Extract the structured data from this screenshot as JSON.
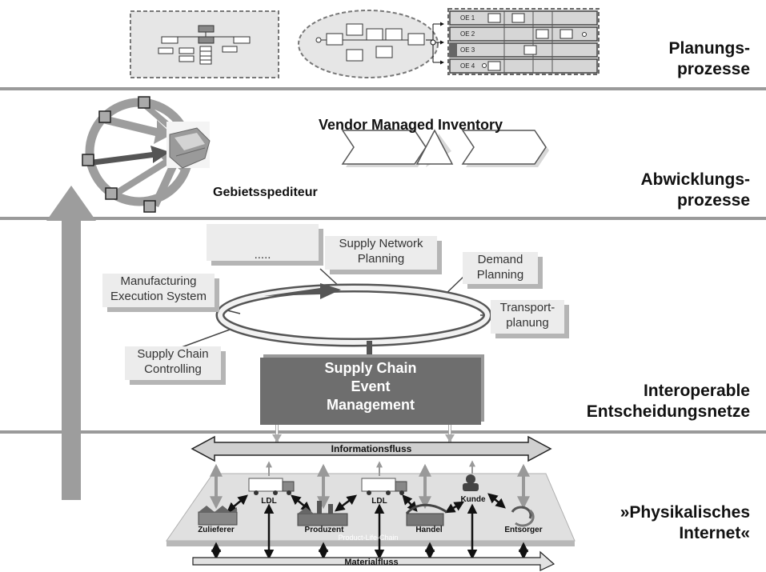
{
  "levels": {
    "planning": "Planungs-\nprozesse",
    "execution": "Abwicklungs-\nprozesse",
    "decision": "Interoperable\nEntscheidungsnetze",
    "physical": "»Physikalisches\nInternet«"
  },
  "planning_row": {
    "org_units": [
      "OE 1",
      "OE 2",
      "OE 3",
      "OE 4"
    ]
  },
  "execution_row": {
    "vmi_title": "Vendor Managed Inventory",
    "area_forwarder": "Gebietsspediteur"
  },
  "decision_row": {
    "boxes": {
      "ellipsis": ".....",
      "supply_network_planning": "Supply Network\nPlanning",
      "demand_planning": "Demand\nPlanning",
      "manufacturing_execution": "Manufacturing\nExecution System",
      "transport_planning": "Transport-\nplanung",
      "supply_chain_controlling": "Supply Chain\nControlling"
    },
    "scem": "Supply Chain\nEvent\nManagement"
  },
  "physical_row": {
    "information_flow": "Informationsfluss",
    "material_flow": "Materialfluss",
    "product_life_chain": "Product-Life-Chain",
    "nodes": [
      "Zulieferer",
      "LDL",
      "Produzent",
      "LDL",
      "Handel",
      "Kunde",
      "Entsorger"
    ]
  }
}
